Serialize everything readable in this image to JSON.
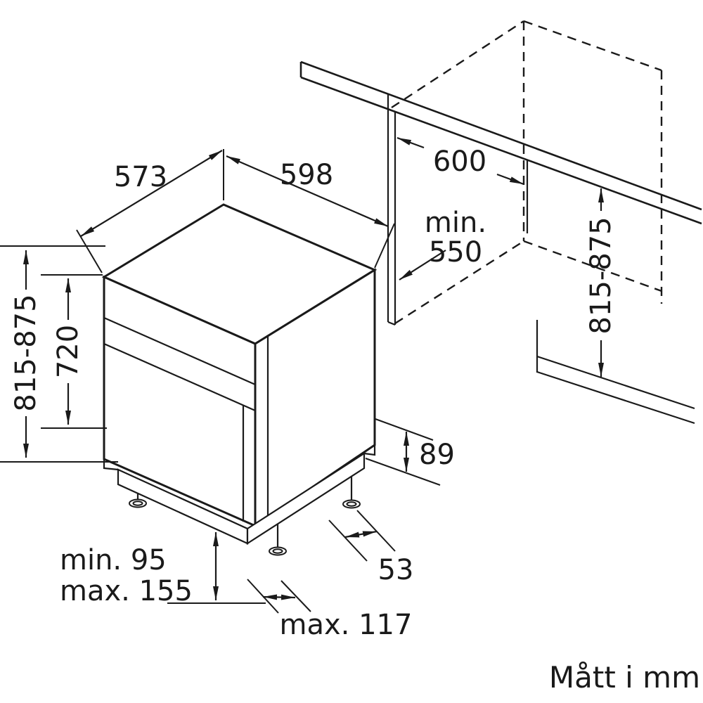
{
  "title": "Mått i mm",
  "colors": {
    "line": "#1a1a1a",
    "background": "#ffffff"
  },
  "labels": {
    "top_depth": "573",
    "top_width": "598",
    "niche_width": "600",
    "niche_depth_min": "min.",
    "niche_depth_value": "550",
    "overall_height": "815-875",
    "door_height": "720",
    "niche_height": "815-875",
    "plinth_step": "89",
    "side_offset": "53",
    "feet_min": "min. 95",
    "feet_max": "max. 155",
    "base_recess": "max. 117"
  }
}
